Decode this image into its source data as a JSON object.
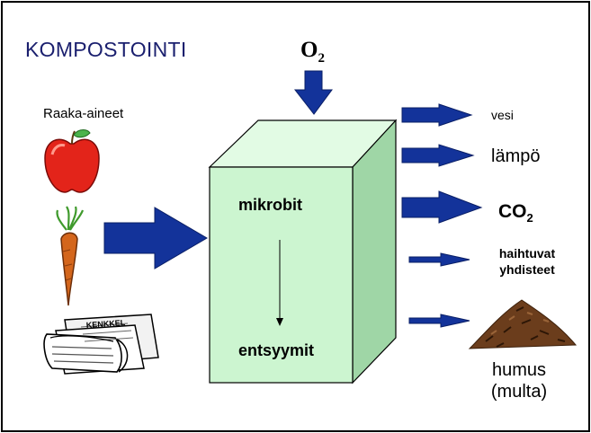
{
  "diagram": {
    "title": "KOMPOSTOINTI",
    "input_top": {
      "text": "O",
      "sub": "2"
    },
    "raw_materials_label": "Raaka-aineet",
    "newspaper_text": "KENKKEL",
    "box": {
      "top_label": "mikrobit",
      "bottom_label": "entsyymit"
    },
    "outputs": {
      "vesi": "vesi",
      "lampo": "lämpö",
      "co2": {
        "text": "CO",
        "sub": "2"
      },
      "haihtuvat_line1": "haihtuvat",
      "haihtuvat_line2": "yhdisteet",
      "humus_line1": "humus",
      "humus_line2": "(multa)"
    }
  },
  "colors": {
    "arrow_fill": "#13339a",
    "box_front": "#ccf5d0",
    "box_top": "#e2fbe4",
    "box_side": "#9fd6a6",
    "title": "#1a1f6e"
  },
  "icons": [
    "apple-icon",
    "carrot-icon",
    "newspaper-icon",
    "soil-pile-icon"
  ]
}
